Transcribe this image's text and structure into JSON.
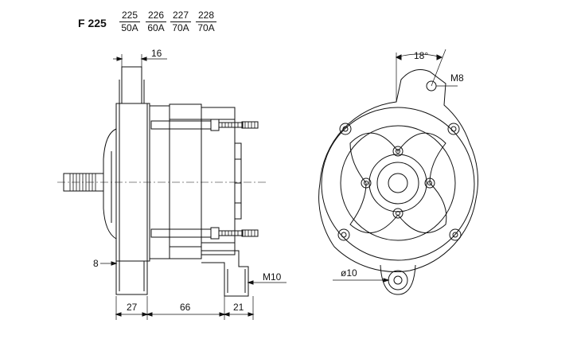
{
  "title": "F 225",
  "variants": [
    {
      "model": "225",
      "current": "50A"
    },
    {
      "model": "226",
      "current": "60A"
    },
    {
      "model": "227",
      "current": "70A"
    },
    {
      "model": "228",
      "current": "70A"
    }
  ],
  "dimensions": {
    "top_width": "16",
    "left_offset": "8",
    "bottom_left": "27",
    "bottom_mid": "66",
    "bottom_right": "21",
    "bolt_right": "M10",
    "angle": "18°",
    "bolt_top": "M8",
    "hole_dia": "ø10"
  },
  "colors": {
    "line": "#111111",
    "background": "#ffffff"
  }
}
